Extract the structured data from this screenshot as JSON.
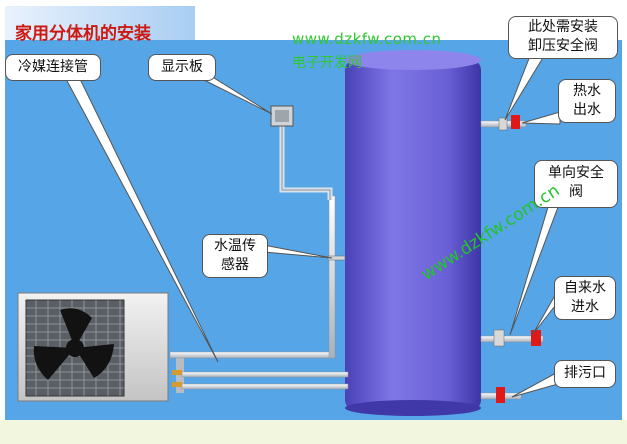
{
  "title": "家用分体机的安装",
  "watermark": {
    "line1": "www.dzkfw.com.cn",
    "line2": "电子开发网",
    "diagonal": "www.dzkfw.com.cn"
  },
  "labels": {
    "refrigerant_pipe": "冷媒连接管",
    "display_board": "显示板",
    "temp_sensor_line1": "水温传",
    "temp_sensor_line2": "感器",
    "relief_valve_line1": "此处需安装",
    "relief_valve_line2": "卸压安全阀",
    "hot_water_line1": "热水",
    "hot_water_line2": "出水",
    "check_valve_line1": "单向安全",
    "check_valve_line2": "阀",
    "cold_water_line1": "自来水",
    "cold_water_line2": "进水",
    "drain": "排污口"
  },
  "colors": {
    "background": "#56a5e6",
    "tank": "#6e65d8",
    "title": "#cc1a12",
    "watermark": "#2ec92e",
    "valve": "#e01818"
  }
}
